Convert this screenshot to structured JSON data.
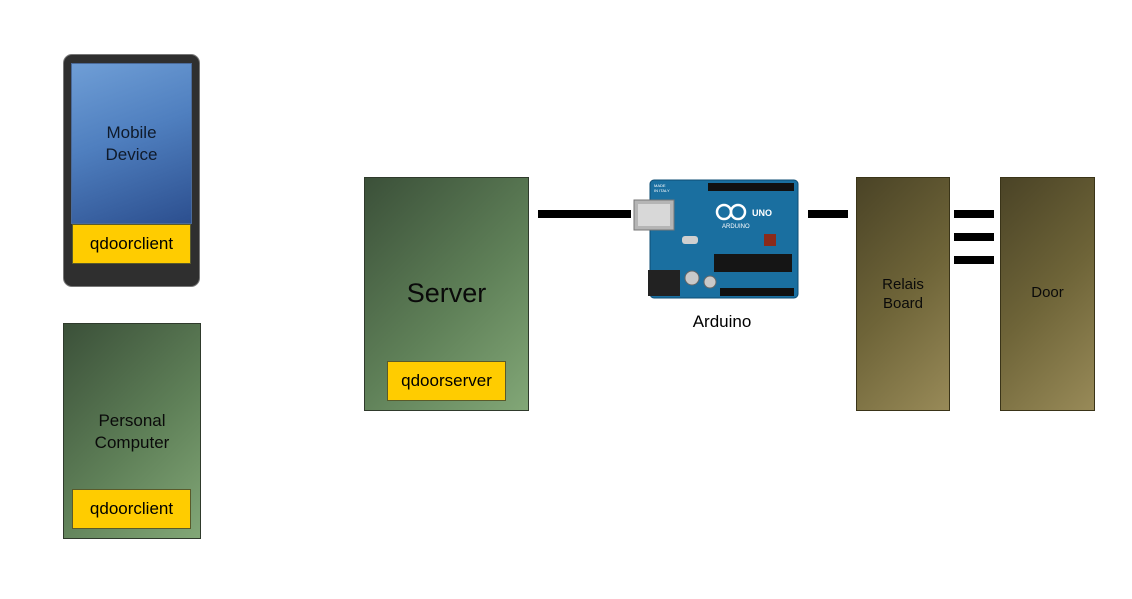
{
  "mobile_device": {
    "label_line1": "Mobile",
    "label_line2": "Device",
    "client_label": "qdoorclient"
  },
  "personal_computer": {
    "label_line1": "Personal",
    "label_line2": "Computer",
    "client_label": "qdoorclient"
  },
  "server": {
    "label": "Server",
    "app_label": "qdoorserver"
  },
  "arduino": {
    "label": "Arduino",
    "board_text_made": "MADE",
    "board_text_italy": "IN ITALY",
    "board_text_uno": "UNO",
    "board_text_arduino": "ARDUINO"
  },
  "relais_board": {
    "label_line1": "Relais",
    "label_line2": "Board"
  },
  "door": {
    "label": "Door"
  },
  "colors": {
    "client_tag": "#ffcc00",
    "server_box": "#5f8058",
    "relais_box": "#6e6438",
    "phone_screen": "#4f7fbf",
    "arduino_board": "#1a6fa0"
  }
}
